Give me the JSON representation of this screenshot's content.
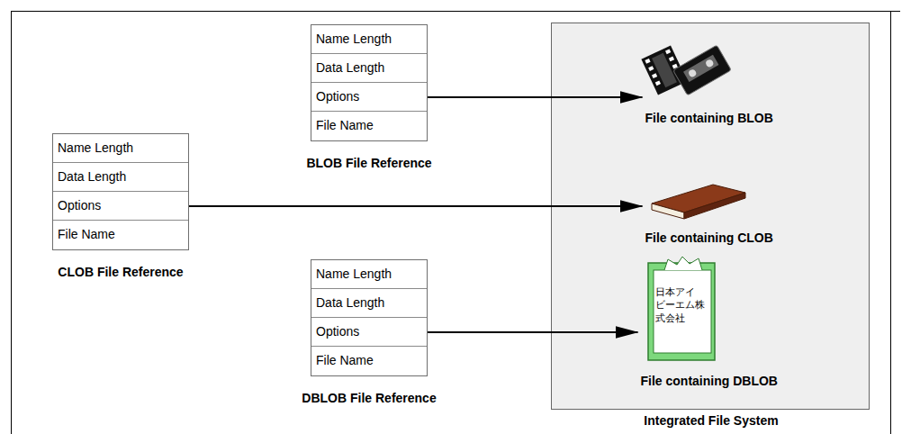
{
  "diagram": {
    "nodes": [
      {
        "text": [
          "Name Length",
          "Data Length",
          "Options",
          "File Name",
          "BLOB File Reference"
        ]
      },
      {
        "text": [
          "Name Length",
          "Data Length",
          "Options",
          "File Name",
          "CLOB File Reference"
        ]
      },
      {
        "text": [
          "Name Length",
          "Data Length",
          "Options",
          "File Name",
          "DBLOB File Reference"
        ]
      },
      {
        "text": [
          "Integrated File System"
        ]
      },
      {
        "text": [
          "File containing BLOB"
        ],
        "in": 3
      },
      {
        "text": [
          "File containing CLOB"
        ],
        "in": 3
      },
      {
        "text": [
          "File containing DBLOB"
        ],
        "in": 3
      }
    ],
    "edges": [
      {
        "from": 0,
        "to": 4,
        "arrow": "to"
      },
      {
        "from": 1,
        "to": 5,
        "arrow": "to"
      },
      {
        "from": 2,
        "to": 6,
        "arrow": "to"
      }
    ],
    "labels": [
      "日本アイ ビーエム株 式会社"
    ]
  }
}
